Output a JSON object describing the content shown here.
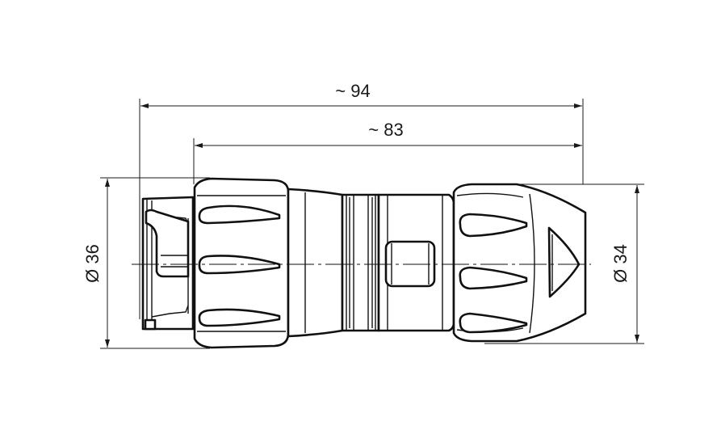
{
  "dimensions": {
    "overall_length": "~ 94",
    "body_length": "~ 83",
    "left_diameter": "Ø 36",
    "right_diameter": "Ø 34"
  },
  "colors": {
    "line": "#111111",
    "background": "#ffffff"
  }
}
